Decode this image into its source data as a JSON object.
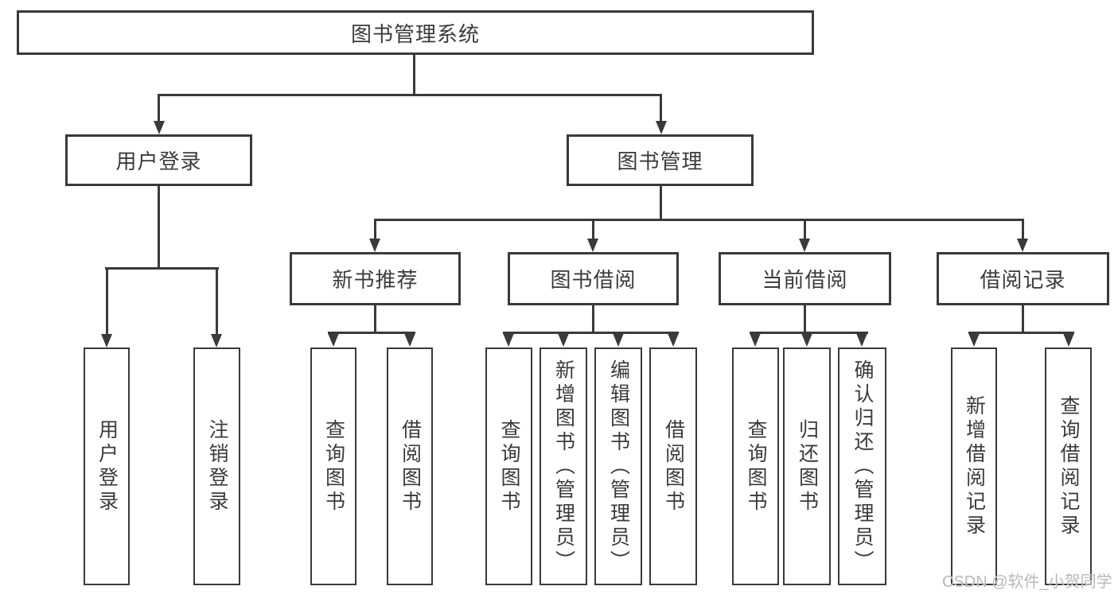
{
  "diagram": {
    "root": {
      "label": "图书管理系统"
    },
    "branches": [
      {
        "label": "用户登录",
        "children": [
          {
            "label": "用户登录"
          },
          {
            "label": "注销登录"
          }
        ]
      },
      {
        "label": "图书管理",
        "children": [
          {
            "label": "新书推荐",
            "children": [
              {
                "label": "查询图书"
              },
              {
                "label": "借阅图书"
              }
            ]
          },
          {
            "label": "图书借阅",
            "children": [
              {
                "label": "查询图书"
              },
              {
                "label": "新增图书（管理员）"
              },
              {
                "label": "编辑图书（管理员）"
              },
              {
                "label": "借阅图书"
              }
            ]
          },
          {
            "label": "当前借阅",
            "children": [
              {
                "label": "查询图书"
              },
              {
                "label": "归还图书"
              },
              {
                "label": "确认归还（管理员）"
              }
            ]
          },
          {
            "label": "借阅记录",
            "children": [
              {
                "label": "新增借阅记录"
              },
              {
                "label": "查询借阅记录"
              }
            ]
          }
        ]
      }
    ]
  },
  "watermark": {
    "text": "CSDN @软件_小贺同学"
  },
  "colors": {
    "line": "#3a3a3a",
    "text": "#3b3b3b",
    "box_fill": "#ffffff",
    "watermark": "#b9b9b9"
  }
}
